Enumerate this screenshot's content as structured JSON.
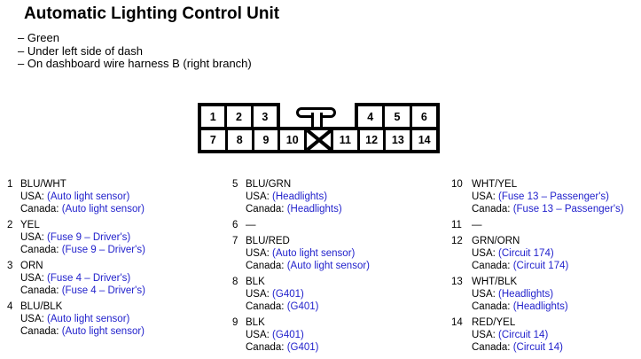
{
  "title": "Automatic Lighting Control Unit",
  "notes": [
    "– Green",
    "– Under left side of dash",
    "– On dashboard wire harness B (right branch)"
  ],
  "labels": {
    "usa": "USA:",
    "canada": "Canada:"
  },
  "colors": {
    "value_blue": "#2222cc",
    "text_black": "#000000"
  },
  "connector": {
    "top_left_cells": [
      {
        "label": "1"
      },
      {
        "label": "2"
      },
      {
        "label": "3"
      }
    ],
    "top_right_cells": [
      {
        "label": "4"
      },
      {
        "label": "5"
      },
      {
        "label": "6"
      }
    ],
    "bottom_cells": [
      {
        "label": "7"
      },
      {
        "label": "8"
      },
      {
        "label": "9"
      },
      {
        "label": "10"
      },
      {
        "blocked": true
      },
      {
        "label": "11"
      },
      {
        "label": "12"
      },
      {
        "label": "13"
      },
      {
        "label": "14"
      }
    ]
  },
  "columns": [
    {
      "pins": [
        {
          "num": "1",
          "wire": "BLU/WHT",
          "usa": "(Auto light sensor)",
          "canada": "(Auto light sensor)"
        },
        {
          "num": "2",
          "wire": "YEL",
          "usa": "(Fuse 9 – Driver's)",
          "canada": "(Fuse 9 – Driver's)"
        },
        {
          "num": "3",
          "wire": "ORN",
          "usa": "(Fuse 4 – Driver's)",
          "canada": "(Fuse 4 – Driver's)"
        },
        {
          "num": "4",
          "wire": "BLU/BLK",
          "usa": "(Auto light sensor)",
          "canada": "(Auto light sensor)"
        }
      ]
    },
    {
      "pins": [
        {
          "num": "5",
          "wire": "BLU/GRN",
          "usa": "(Headlights)",
          "canada": "(Headlights)"
        },
        {
          "num": "6",
          "wire": "—"
        },
        {
          "num": "7",
          "wire": "BLU/RED",
          "usa": "(Auto light sensor)",
          "canada": "(Auto light sensor)"
        },
        {
          "num": "8",
          "wire": "BLK",
          "usa": "(G401)",
          "canada": "(G401)"
        },
        {
          "num": "9",
          "wire": "BLK",
          "usa": "(G401)",
          "canada": "(G401)"
        }
      ]
    },
    {
      "pins": [
        {
          "num": "10",
          "wire": "WHT/YEL",
          "usa": "(Fuse 13 – Passenger's)",
          "canada": "(Fuse 13 – Passenger's)"
        },
        {
          "num": "11",
          "wire": "—"
        },
        {
          "num": "12",
          "wire": "GRN/ORN",
          "usa": "(Circuit 174)",
          "canada": "(Circuit 174)"
        },
        {
          "num": "13",
          "wire": "WHT/BLK",
          "usa": "(Headlights)",
          "canada": "(Headlights)"
        },
        {
          "num": "14",
          "wire": "RED/YEL",
          "usa": "(Circuit 14)",
          "canada": "(Circuit 14)"
        }
      ]
    }
  ]
}
